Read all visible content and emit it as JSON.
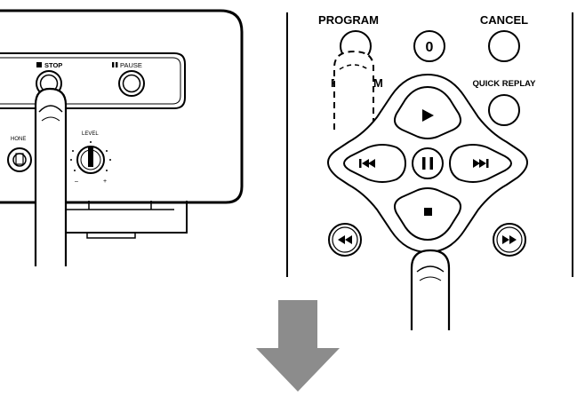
{
  "unit_panel": {
    "stop_label": "STOP",
    "pause_label": "PAUSE",
    "phones_label": "HONE",
    "level_label": "LEVEL",
    "level_min": "–",
    "level_max": "+"
  },
  "remote": {
    "program_label": "PROGRAM",
    "cancel_label": "CANCEL",
    "zero_label": "0",
    "quick_replay_label": "QUICK REPLAY",
    "hidden_label_left": "F",
    "hidden_label_right": "M"
  },
  "icons": {
    "play": "play-icon",
    "stop": "stop-icon",
    "pause": "pause-icon",
    "skip_back": "skip-back-icon",
    "skip_forward": "skip-forward-icon",
    "rewind": "rewind-icon",
    "fast_forward": "fast-forward-icon",
    "hand": "pointing-finger-icon",
    "next_step_arrow": "down-arrow-icon"
  },
  "colors": {
    "line": "#000000",
    "arrow": "#8c8c8c",
    "background": "#ffffff"
  }
}
